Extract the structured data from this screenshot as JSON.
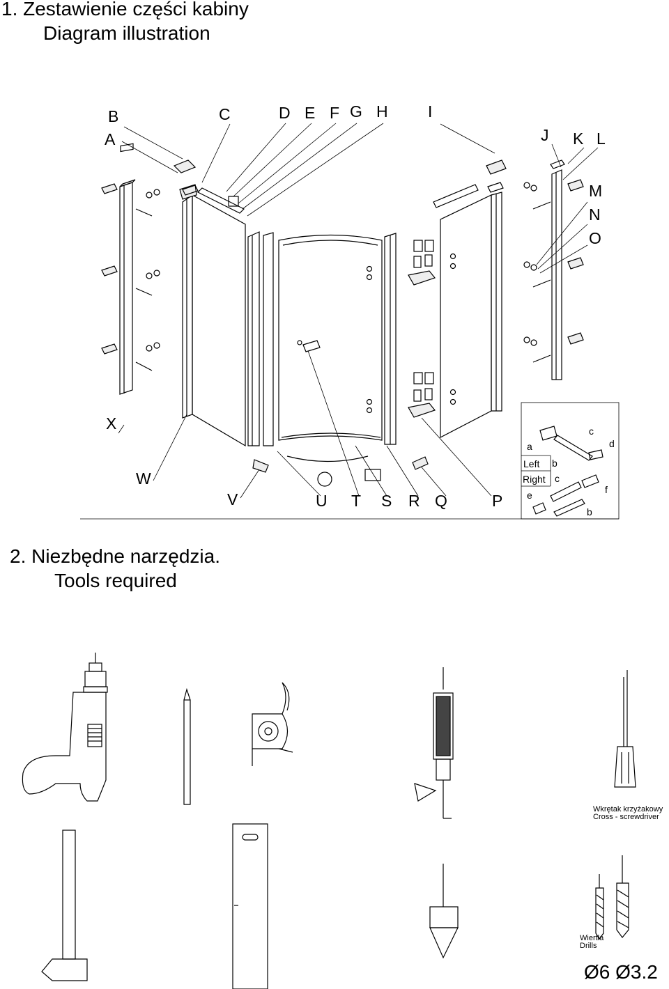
{
  "section1": {
    "title_pl": "1. Zestawienie części kabiny",
    "title_en": "Diagram illustration",
    "part_labels": [
      "A",
      "B",
      "C",
      "D",
      "E",
      "F",
      "G",
      "H",
      "I",
      "J",
      "K",
      "L",
      "M",
      "N",
      "O",
      "P",
      "Q",
      "R",
      "S",
      "T",
      "U",
      "V",
      "W",
      "X"
    ],
    "inset": {
      "left": "Left",
      "right": "Right",
      "letters": [
        "a",
        "b",
        "c",
        "d",
        "e",
        "f",
        "b",
        "c"
      ]
    }
  },
  "section2": {
    "title_pl": "2. Niezbędne narzędzia.",
    "title_en": "Tools required",
    "tools": {
      "drill": "drill-icon",
      "pencil": "pencil-icon",
      "tape": "tape-measure-icon",
      "silicone_gun": "silicone-gun-icon",
      "screwdriver": "screwdriver-icon",
      "screwdriver_caption_pl": "Wkrętak krzyżakowy",
      "screwdriver_caption_en": "Cross - screwdriver",
      "hammer": "hammer-icon",
      "level": "spirit-level-icon",
      "plumb": "plumb-bob-icon",
      "drills": "drill-bits-icon",
      "drills_caption_pl": "Wiertła",
      "drills_caption_en": "Drills",
      "drill_sizes": "Ø6 Ø3.2"
    }
  }
}
